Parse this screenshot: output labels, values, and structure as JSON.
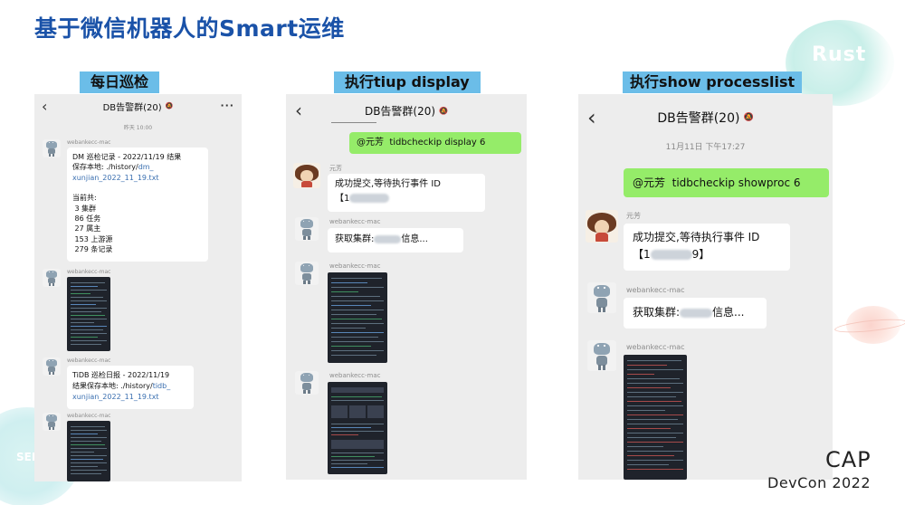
{
  "slide": {
    "title": "基于微信机器人的Smart运维",
    "deco_rust": "Rust",
    "deco_sel": "SEL",
    "brand_cap": "CAP",
    "brand_devcon": "DevCon 2022"
  },
  "sections": [
    {
      "label": "每日巡检"
    },
    {
      "label": "执行tiup display"
    },
    {
      "label": "执行show processlist"
    }
  ],
  "chat1": {
    "title": "DB告警群(20)",
    "timestamp": "昨天 10:00",
    "sender": "webankecc-mac",
    "msg1": {
      "line1": "DM 巡检记录 - 2022/11/19 结果",
      "line2a": "保存本地: ./history/",
      "line2b": "dm_",
      "line3": "xunjian_2022_11_19.txt",
      "line4": "当前共:",
      "line5": " 3 集群",
      "line6": " 86 任务",
      "line7": " 27 属主",
      "line8": " 153 上游源",
      "line9": " 279 条记录"
    },
    "msg3": {
      "line1": "TiDB 巡检日报 - 2022/11/19",
      "line2a": "结果保存本地: ./history/",
      "line2b": "tidb_",
      "line3": "xunjian_2022_11_19.txt"
    }
  },
  "chat2": {
    "title": "DB告警群(20)",
    "command": "@元芳  tidbcheckip display 6",
    "user_name": "元芳",
    "reply1_line1": "成功提交,等待执行事件 ID",
    "reply1_line2a": "【1",
    "bot_name": "webankecc-mac",
    "reply2a": "获取集群:",
    "reply2b": "信息..."
  },
  "chat3": {
    "title": "DB告警群(20)",
    "timestamp": "11月11日 下午17:27",
    "command": "@元芳  tidbcheckip showproc 6",
    "user_name": "元芳",
    "reply1_line1": "成功提交,等待执行事件 ID",
    "reply1_line2a": "【1",
    "reply1_line2b": "9】",
    "bot_name": "webankecc-mac",
    "reply2a": "获取集群:",
    "reply2b": "信息..."
  },
  "icons": {
    "back": "‹",
    "more": "···",
    "mute": "🔕"
  }
}
